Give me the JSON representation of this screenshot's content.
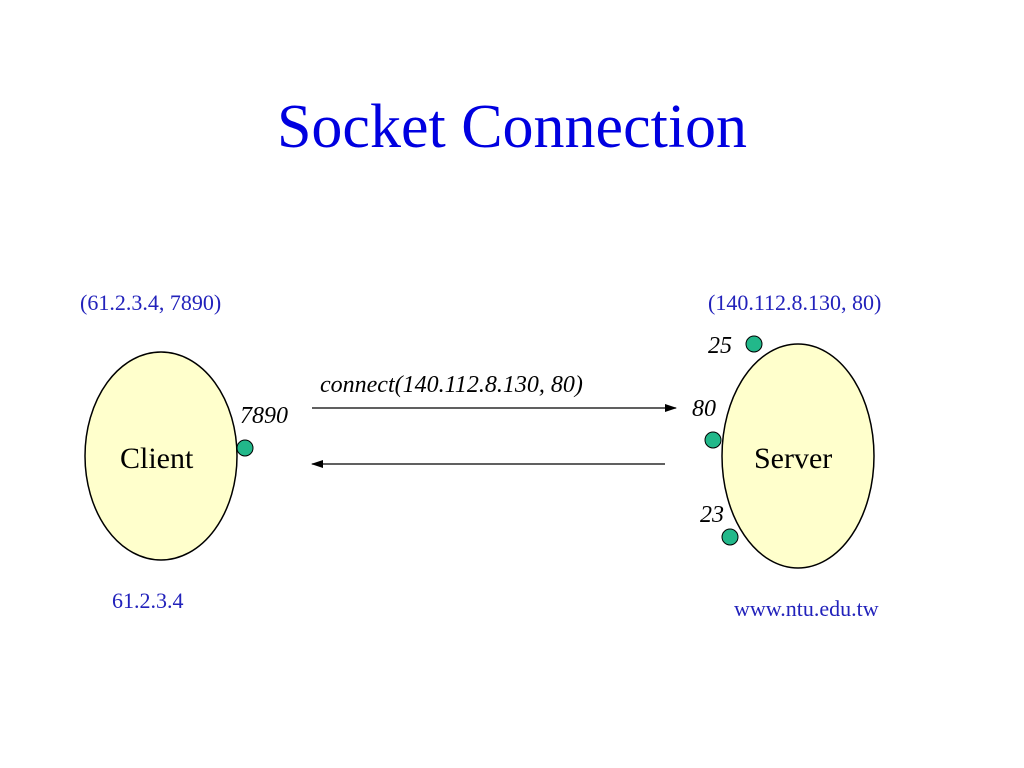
{
  "title": "Socket Connection",
  "client": {
    "label": "Client",
    "socket_addr": "(61.2.3.4, 7890)",
    "host": "61.2.3.4",
    "port": "7890"
  },
  "server": {
    "label": "Server",
    "socket_addr": "(140.112.8.130, 80)",
    "host": "www.ntu.edu.tw",
    "ports": [
      "25",
      "80",
      "23"
    ]
  },
  "message": "connect(140.112.8.130, 80)",
  "colors": {
    "title": "#0000e0",
    "address_text": "#2222bb",
    "node_fill": "#ffffcc",
    "port_fill": "#22b88a"
  }
}
